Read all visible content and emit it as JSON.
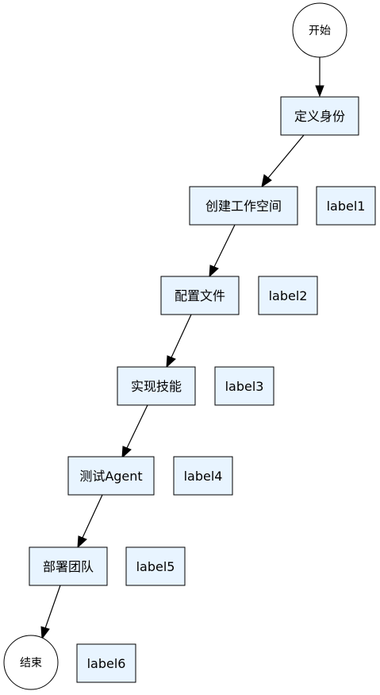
{
  "nodes": {
    "start": "开始",
    "define_identity": "定义身份",
    "create_workspace": "创建工作空间",
    "config_files": "配置文件",
    "implement_skills": "实现技能",
    "test_agent": "测试Agent",
    "deploy_team": "部署团队",
    "end": "结束"
  },
  "labels": {
    "label1": "label1",
    "label2": "label2",
    "label3": "label3",
    "label4": "label4",
    "label5": "label5",
    "label6": "label6"
  },
  "colors": {
    "node_fill": "#e8f4ff",
    "stroke": "#000000",
    "background": "#ffffff"
  }
}
